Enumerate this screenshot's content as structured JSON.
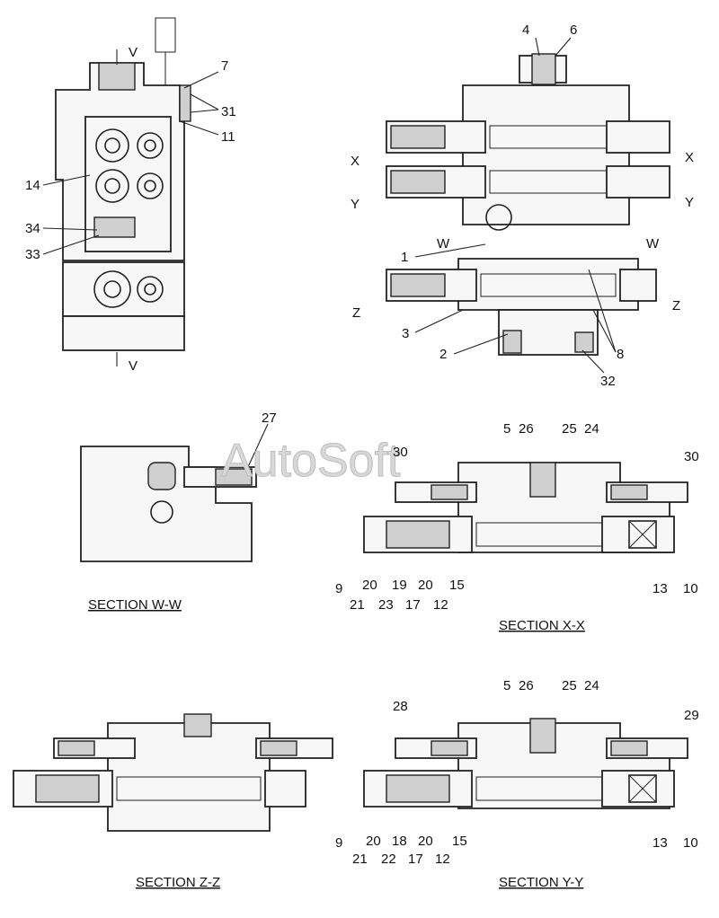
{
  "watermark": "AutoSoft",
  "sections": {
    "ww": "SECTION W-W",
    "xx": "SECTION X-X",
    "zz": "SECTION Z-Z",
    "yy": "SECTION Y-Y"
  },
  "section_marks": {
    "v": "V",
    "x": "X",
    "y": "Y",
    "w": "W",
    "z": "Z"
  },
  "part_labels": {
    "p1": "1",
    "p2": "2",
    "p3": "3",
    "p4": "4",
    "p5": "5",
    "p6": "6",
    "p7": "7",
    "p8": "8",
    "p9": "9",
    "p10": "10",
    "p11": "11",
    "p12": "12",
    "p13": "13",
    "p14": "14",
    "p15": "15",
    "p17": "17",
    "p18": "18",
    "p19": "19",
    "p20": "20",
    "p21": "21",
    "p22": "22",
    "p23": "23",
    "p24": "24",
    "p25": "25",
    "p26": "26",
    "p27": "27",
    "p28": "28",
    "p29": "29",
    "p30": "30",
    "p31": "31",
    "p32": "32",
    "p33": "33",
    "p34": "34"
  }
}
